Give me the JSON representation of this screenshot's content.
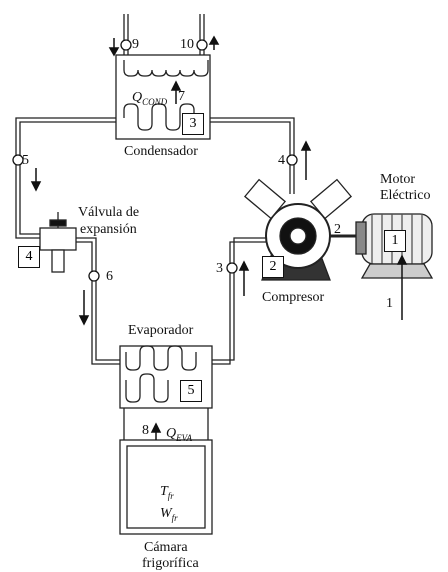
{
  "labels": {
    "condenser": "Condensador",
    "evaporator": "Evaporador",
    "compressor": "Compresor",
    "motor_line1": "Motor",
    "motor_line2": "Eléctrico",
    "valve_line1": "Válvula de",
    "valve_line2": "expansión",
    "chamber_line1": "Cámara",
    "chamber_line2": "frigorífica",
    "q_cond": "Q",
    "q_cond_sub": "COND",
    "q_evap": "Q",
    "q_evap_sub": "EVA",
    "t_fr": "T",
    "t_fr_sub": "fr",
    "w_fr": "W",
    "w_fr_sub": "fr"
  },
  "state_points": [
    "1",
    "2",
    "3",
    "4",
    "5",
    "6",
    "7",
    "8",
    "9",
    "10"
  ],
  "component_boxes": [
    "1",
    "2",
    "3",
    "4",
    "5"
  ]
}
